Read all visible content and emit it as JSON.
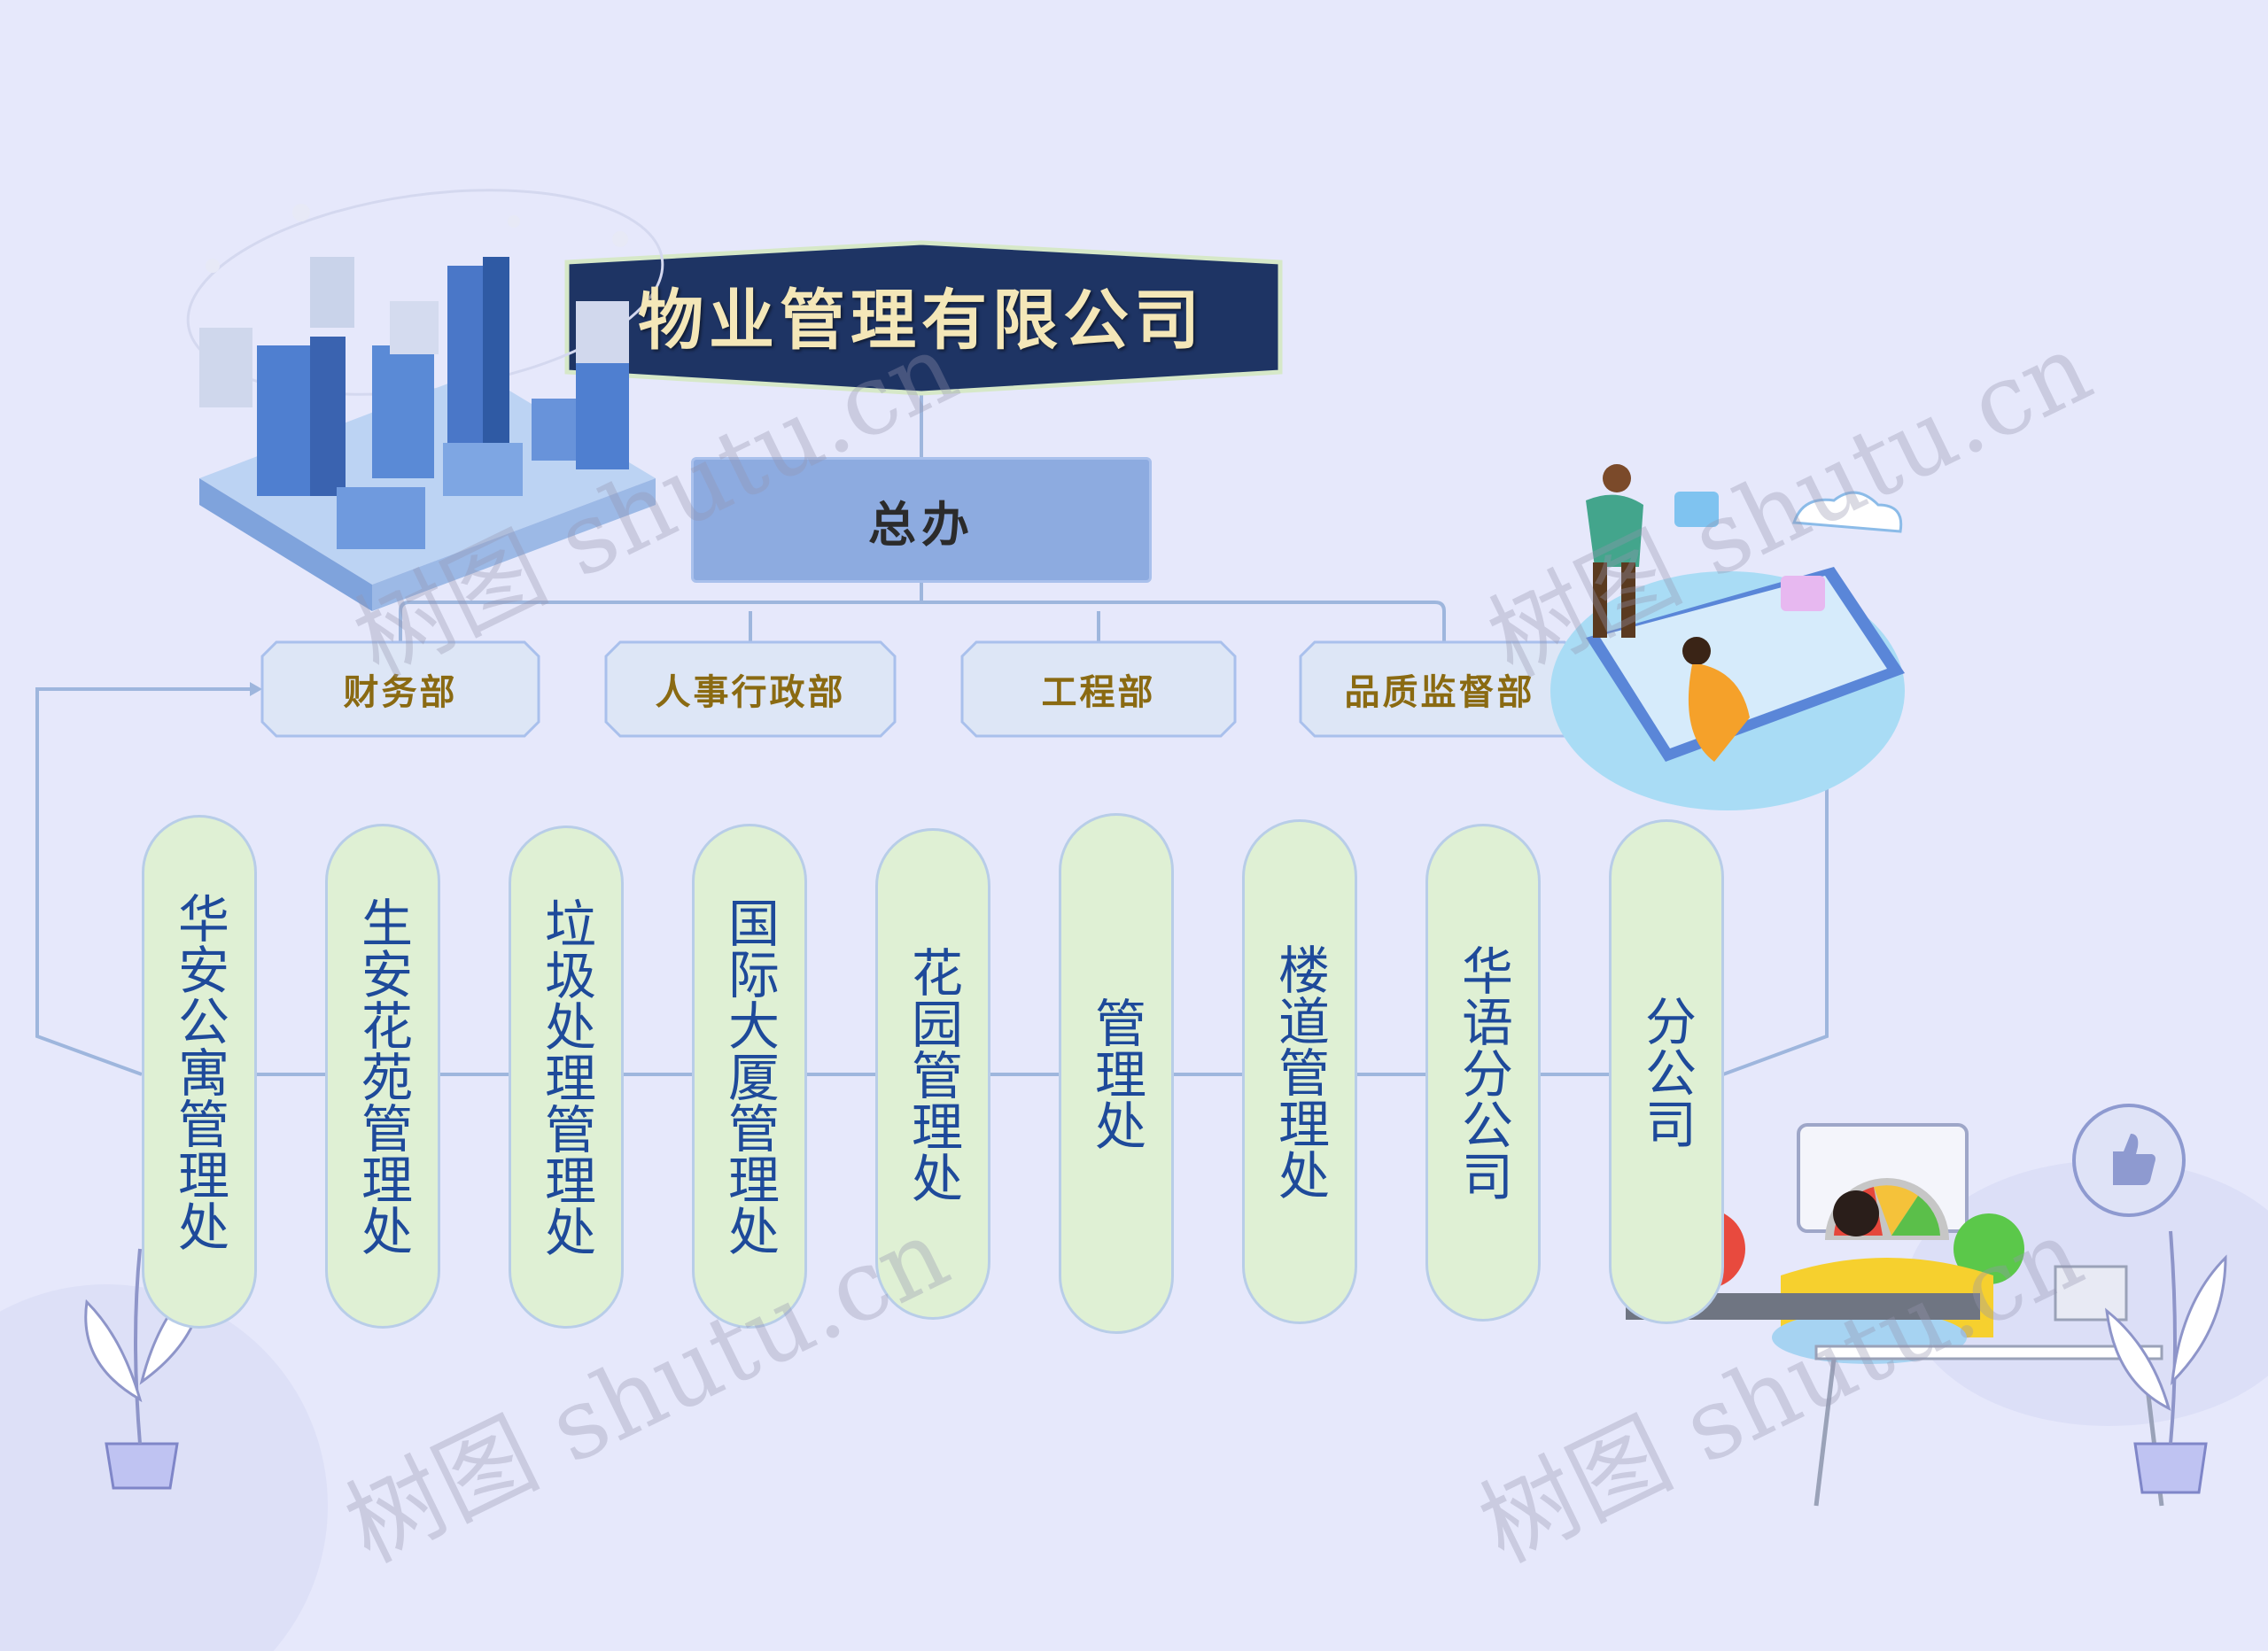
{
  "root": {
    "label": "物业管理有限公司"
  },
  "office": {
    "label": "总办"
  },
  "departments": [
    {
      "label": "财务部"
    },
    {
      "label": "人事行政部"
    },
    {
      "label": "工程部"
    },
    {
      "label": "品质监督部"
    }
  ],
  "units": [
    {
      "label": "华安公寓管理处"
    },
    {
      "label": "生安花苑管理处"
    },
    {
      "label": "垃圾处理管理处"
    },
    {
      "label": "国际大厦管理处"
    },
    {
      "label": "花园管理处"
    },
    {
      "label": "管理处"
    },
    {
      "label": "楼道管理处"
    },
    {
      "label": "华语分公司"
    },
    {
      "label": "分公司"
    }
  ],
  "watermark": "树图 shutu.cn",
  "colors": {
    "background": "#e6e8fb",
    "root_fill": "#1e3464",
    "root_text": "#f4e7b8",
    "office_fill": "#8dabe0",
    "dept_fill": "#dde6f6",
    "dept_text": "#8a6a12",
    "unit_fill": "#dff0d4",
    "unit_text": "#1e4a9a",
    "connector": "#9eb6dd"
  },
  "illustrations": [
    "city-buildings-illustration",
    "people-tablet-illustration",
    "desk-person-feedback-illustration",
    "potted-plant-illustration"
  ]
}
